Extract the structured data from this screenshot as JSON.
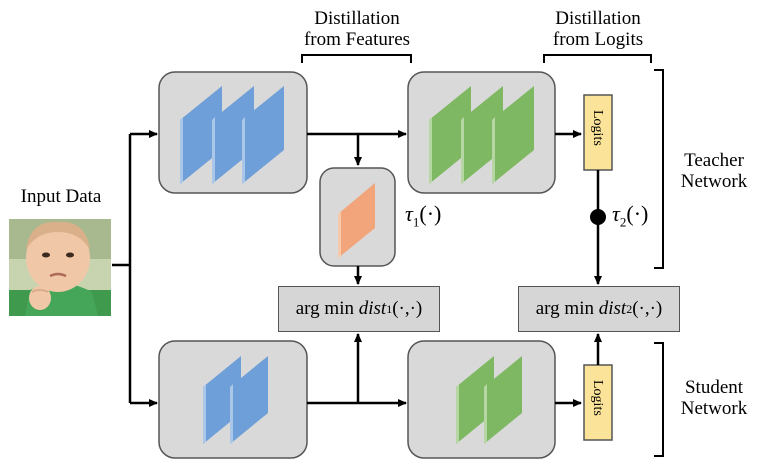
{
  "labels": {
    "distill_features_line1": "Distillation",
    "distill_features_line2": "from Features",
    "distill_logits_line1": "Distillation",
    "distill_logits_line2": "from Logits",
    "input_data": "Input Data",
    "teacher_line1": "Teacher",
    "teacher_line2": "Network",
    "student_line1": "Student",
    "student_line2": "Network",
    "logits_teacher": "Logits",
    "logits_student": "Logits"
  },
  "operators": {
    "tau1": {
      "symbol": "τ",
      "sub": "1",
      "arg": "(·)"
    },
    "tau2": {
      "symbol": "τ",
      "sub": "2",
      "arg": "(·)"
    },
    "argmin1": {
      "prefix": "arg min ",
      "fn": "dist",
      "sub": "1",
      "arg": "(·,·)"
    },
    "argmin2": {
      "prefix": "arg min ",
      "fn": "dist",
      "sub": "2",
      "arg": "(·,·)"
    }
  },
  "colors": {
    "block_fill": "#d9d9d9",
    "teacher_feature": "#6f9fd8",
    "teacher_logit_feature": "#7fb862",
    "projection": "#f2a57a",
    "logits_fill": "#fbe49a",
    "arrow": "#000000"
  }
}
